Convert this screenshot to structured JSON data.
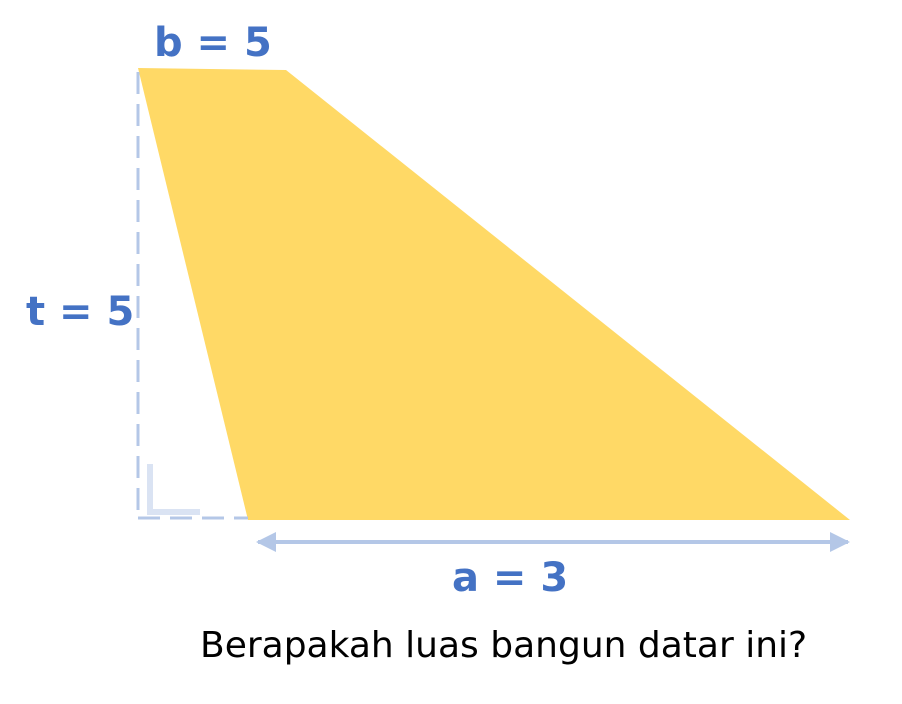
{
  "labels": {
    "top_base": "b = 5",
    "height": "t = 5",
    "bottom_base": "a = 3"
  },
  "question": "Berapakah luas bangun datar ini?",
  "colors": {
    "shape_fill": "#FFD966",
    "label_text": "#4472C4",
    "guide_line": "#B4C7E7",
    "right_angle_marker": "#DAE3F3",
    "arrow": "#B4C7E7",
    "question_text": "#000000"
  },
  "icons": {
    "right_angle": "right-angle-marker",
    "dimension_arrow": "double-headed-arrow"
  }
}
